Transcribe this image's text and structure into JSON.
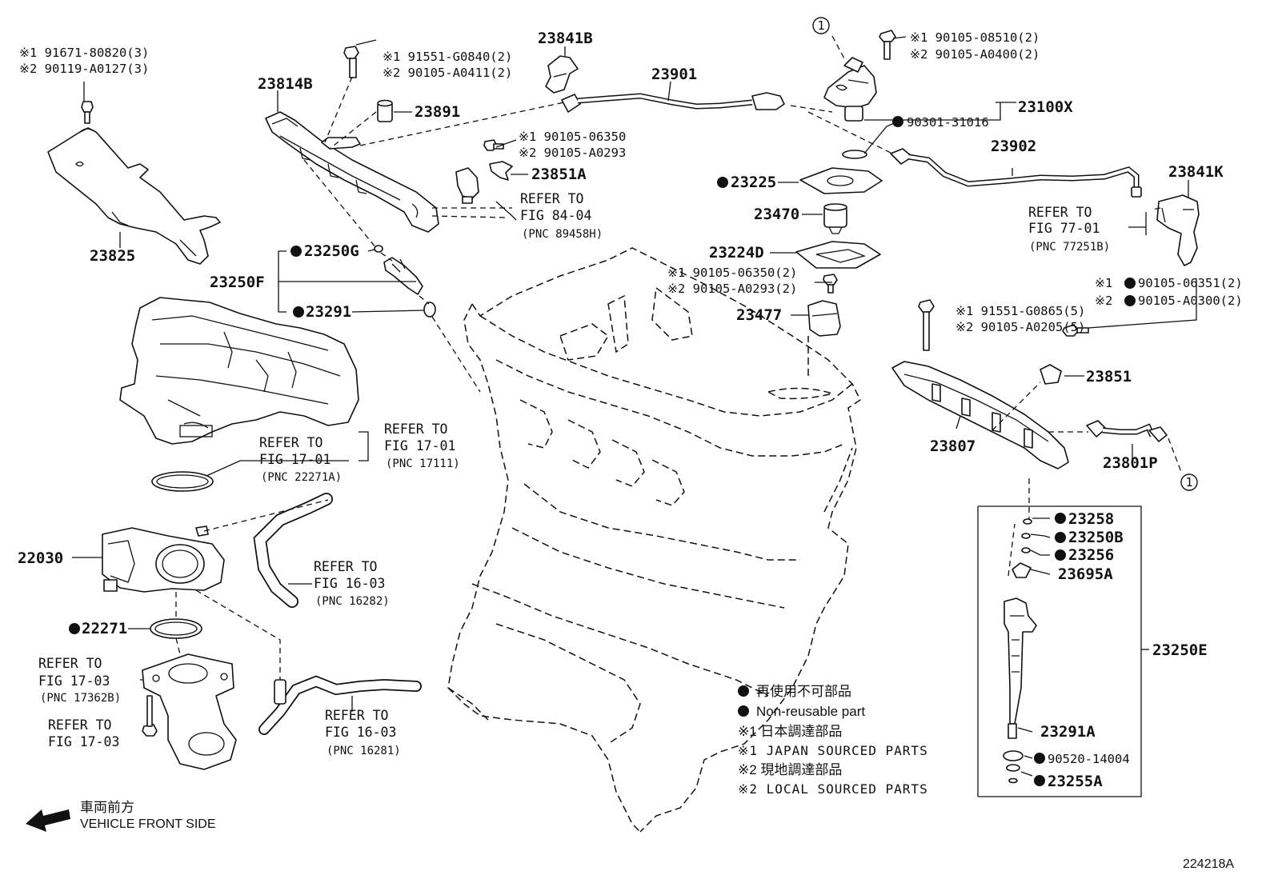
{
  "diagram_id": "224218A",
  "mark_reuse": "●",
  "parts": {
    "p23825": "23825",
    "p23814B": "23814B",
    "p23891": "23891",
    "p23841B": "23841B",
    "p23901": "23901",
    "p23100X": "23100X",
    "p23902": "23902",
    "p23841K": "23841K",
    "p23851A": "23851A",
    "p23250G": "23250G",
    "p23250F": "23250F",
    "p23291": "23291",
    "p23225": "23225",
    "p23470": "23470",
    "p23224D": "23224D",
    "p23477": "23477",
    "p23851": "23851",
    "p23807": "23807",
    "p23801P": "23801P",
    "p22030": "22030",
    "p22271": "22271",
    "p23258": "23258",
    "p23250B": "23250B",
    "p23256": "23256",
    "p23695A": "23695A",
    "p23250E": "23250E",
    "p23291A": "23291A",
    "p90520_14004": "90520-14004",
    "p23255A": "23255A",
    "p90301_31016": "90301-31016"
  },
  "bolts": {
    "b1_j": "※1 91671-80820(3)",
    "b1_l": "※2 90119-A0127(3)",
    "b2_j": "※1 91551-G0840(2)",
    "b2_l": "※2 90105-A0411(2)",
    "b3_j": "※1 90105-08510(2)",
    "b3_l": "※2 90105-A0400(2)",
    "b4_j": "※1 90105-06350",
    "b4_l": "※2 90105-A0293",
    "b5_j": "※1 90105-06350(2)",
    "b5_l": "※2 90105-A0293(2)",
    "b6_j": "※1 91551-G0865(5)",
    "b6_l": "※2 90105-A0205(5)",
    "b7_j_pre": "※1",
    "b7_j": "90105-06351(2)",
    "b7_l_pre": "※2",
    "b7_l": "90105-A0300(2)"
  },
  "refs": {
    "r8404_a": "REFER TO",
    "r8404_b": "FIG 84-04",
    "r8404_c": "(PNC 89458H)",
    "r7701_a": "REFER TO",
    "r7701_b": "FIG 77-01",
    "r7701_c": "(PNC 77251B)",
    "r1701a_a": "REFER TO",
    "r1701a_b": "FIG 17-01",
    "r1701a_c": "(PNC 17111)",
    "r1701b_a": "REFER TO",
    "r1701b_b": "FIG 17-01",
    "r1701b_c": "(PNC 22271A)",
    "r1603a_a": "REFER TO",
    "r1603a_b": "FIG 16-03",
    "r1603a_c": "(PNC 16282)",
    "r1603b_a": "REFER TO",
    "r1603b_b": "FIG 16-03",
    "r1603b_c": "(PNC 16281)",
    "r1703a_a": "REFER TO",
    "r1703a_b": "FIG 17-03",
    "r1703a_c": "(PNC 17362B)",
    "r1703b_a": "REFER TO",
    "r1703b_b": "FIG 17-03"
  },
  "circle_ref": "1",
  "legend": {
    "l1": "再使用不可部品",
    "l2": "Non-reusable part",
    "l3": "※1 日本調達部品",
    "l4": "※1 JAPAN SOURCED PARTS",
    "l5": "※2 現地調達部品",
    "l6": "※2 LOCAL SOURCED PARTS"
  },
  "front": {
    "jp": "車両前方",
    "en": "VEHICLE FRONT SIDE"
  }
}
